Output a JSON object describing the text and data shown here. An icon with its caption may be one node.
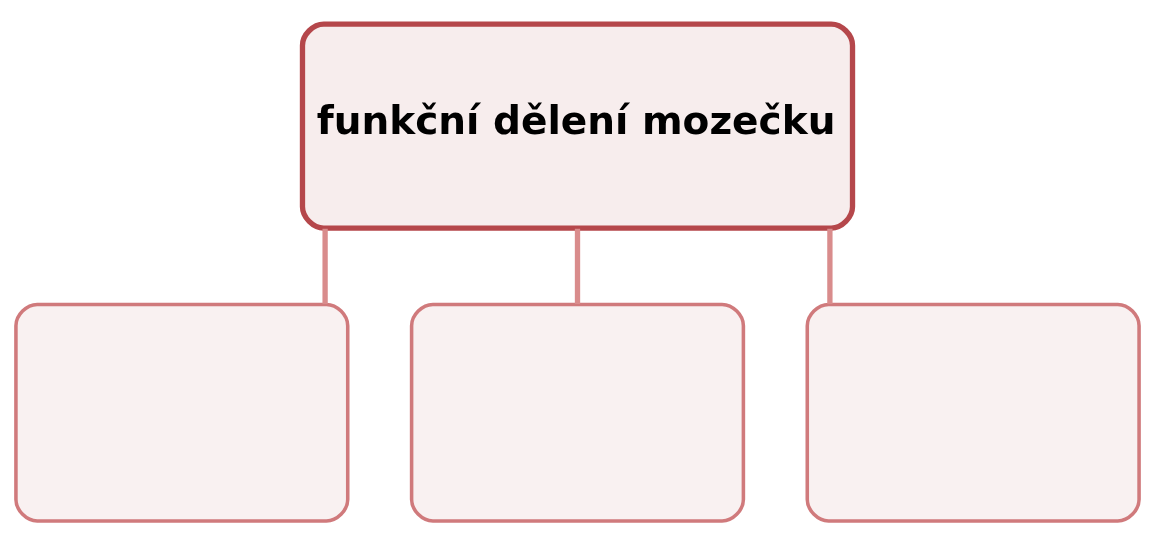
{
  "diagram": {
    "nodes": [
      {
        "text": [
          "funkční dělení mozečku"
        ]
      },
      {
        "text": [],
        "shape": "box"
      },
      {
        "text": [],
        "shape": "box"
      },
      {
        "text": [],
        "shape": "box"
      }
    ],
    "edges": [
      {
        "from": 0,
        "to": 1,
        "arrow": "none"
      },
      {
        "from": 0,
        "to": 2,
        "arrow": "none"
      },
      {
        "from": 0,
        "to": 3,
        "arrow": "none"
      }
    ]
  }
}
